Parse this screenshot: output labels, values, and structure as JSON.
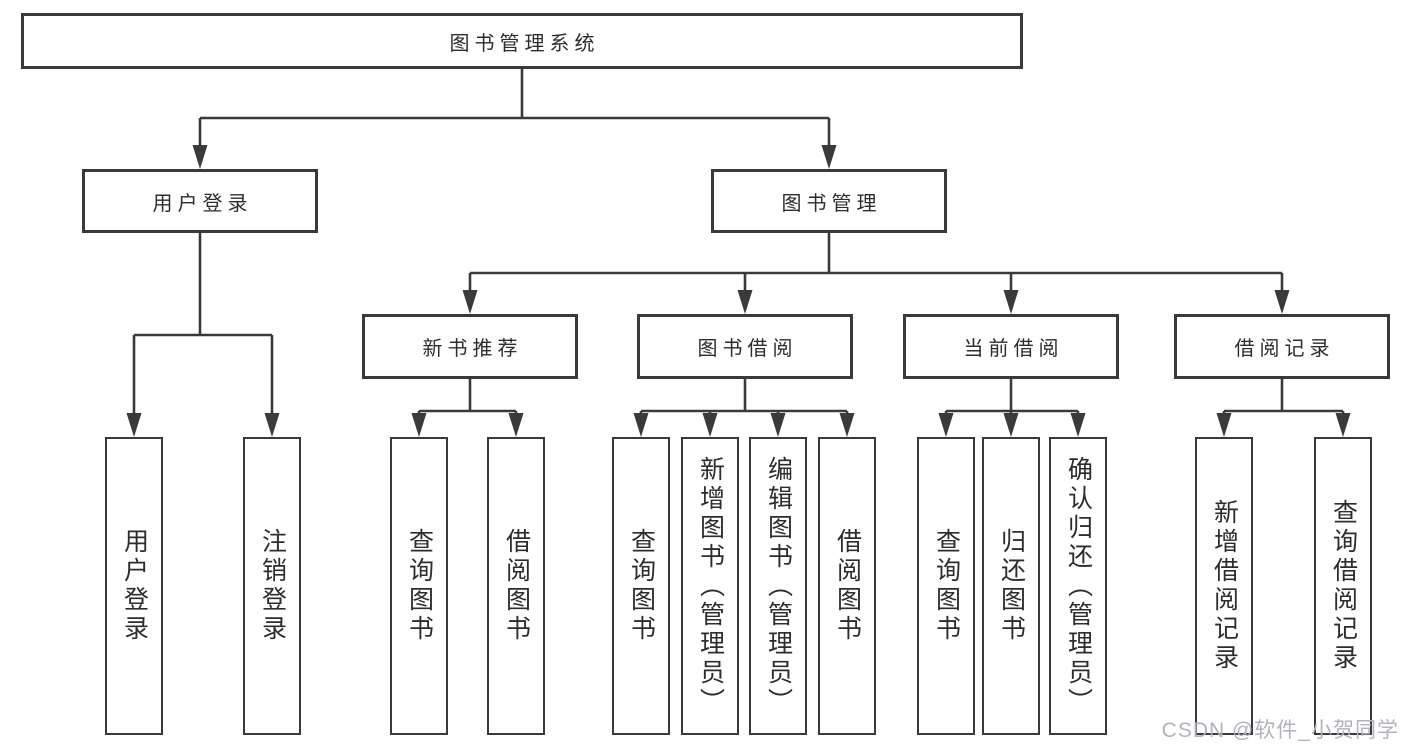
{
  "diagram": {
    "tree": {
      "root": {
        "label": "图书管理系统"
      },
      "branches": [
        {
          "label": "用户登录",
          "children": [
            {
              "label": "用户登录"
            },
            {
              "label": "注销登录"
            }
          ]
        },
        {
          "label": "图书管理",
          "children": [
            {
              "label": "新书推荐",
              "children": [
                {
                  "label": "查询图书"
                },
                {
                  "label": "借阅图书"
                }
              ]
            },
            {
              "label": "图书借阅",
              "children": [
                {
                  "label": "查询图书"
                },
                {
                  "label": "新增图书（管理员）"
                },
                {
                  "label": "编辑图书（管理员）"
                },
                {
                  "label": "借阅图书"
                }
              ]
            },
            {
              "label": "当前借阅",
              "children": [
                {
                  "label": "查询图书"
                },
                {
                  "label": "归还图书"
                },
                {
                  "label": "确认归还（管理员）"
                }
              ]
            },
            {
              "label": "借阅记录",
              "children": [
                {
                  "label": "新增借阅记录"
                },
                {
                  "label": "查询借阅记录"
                }
              ]
            }
          ]
        }
      ]
    },
    "watermark": "CSDN @软件_小贺同学",
    "colors": {
      "line": "#3a3a3a",
      "box_border": "#3a3a3a",
      "text": "#2d2d2d",
      "background": "#ffffff",
      "watermark": "#b2b2bb"
    }
  }
}
